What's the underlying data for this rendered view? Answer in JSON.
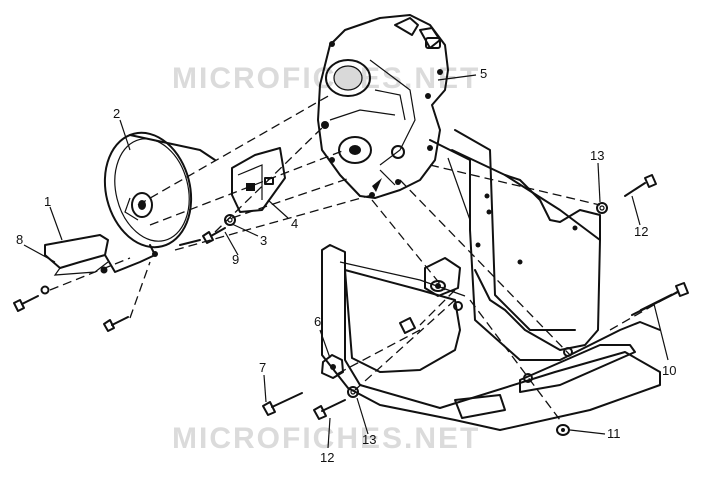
{
  "watermark": {
    "top_text": "MICROFICHES.NET",
    "bottom_text": "MICROFICHES.NET"
  },
  "callouts": {
    "c1": "1",
    "c2": "2",
    "c3": "3",
    "c4": "4",
    "c5": "5",
    "c6": "6",
    "c7": "7",
    "c8": "8",
    "c9": "9",
    "c10": "10",
    "c11": "11",
    "c12a": "12",
    "c12b": "12",
    "c13a": "13",
    "c13b": "13"
  }
}
